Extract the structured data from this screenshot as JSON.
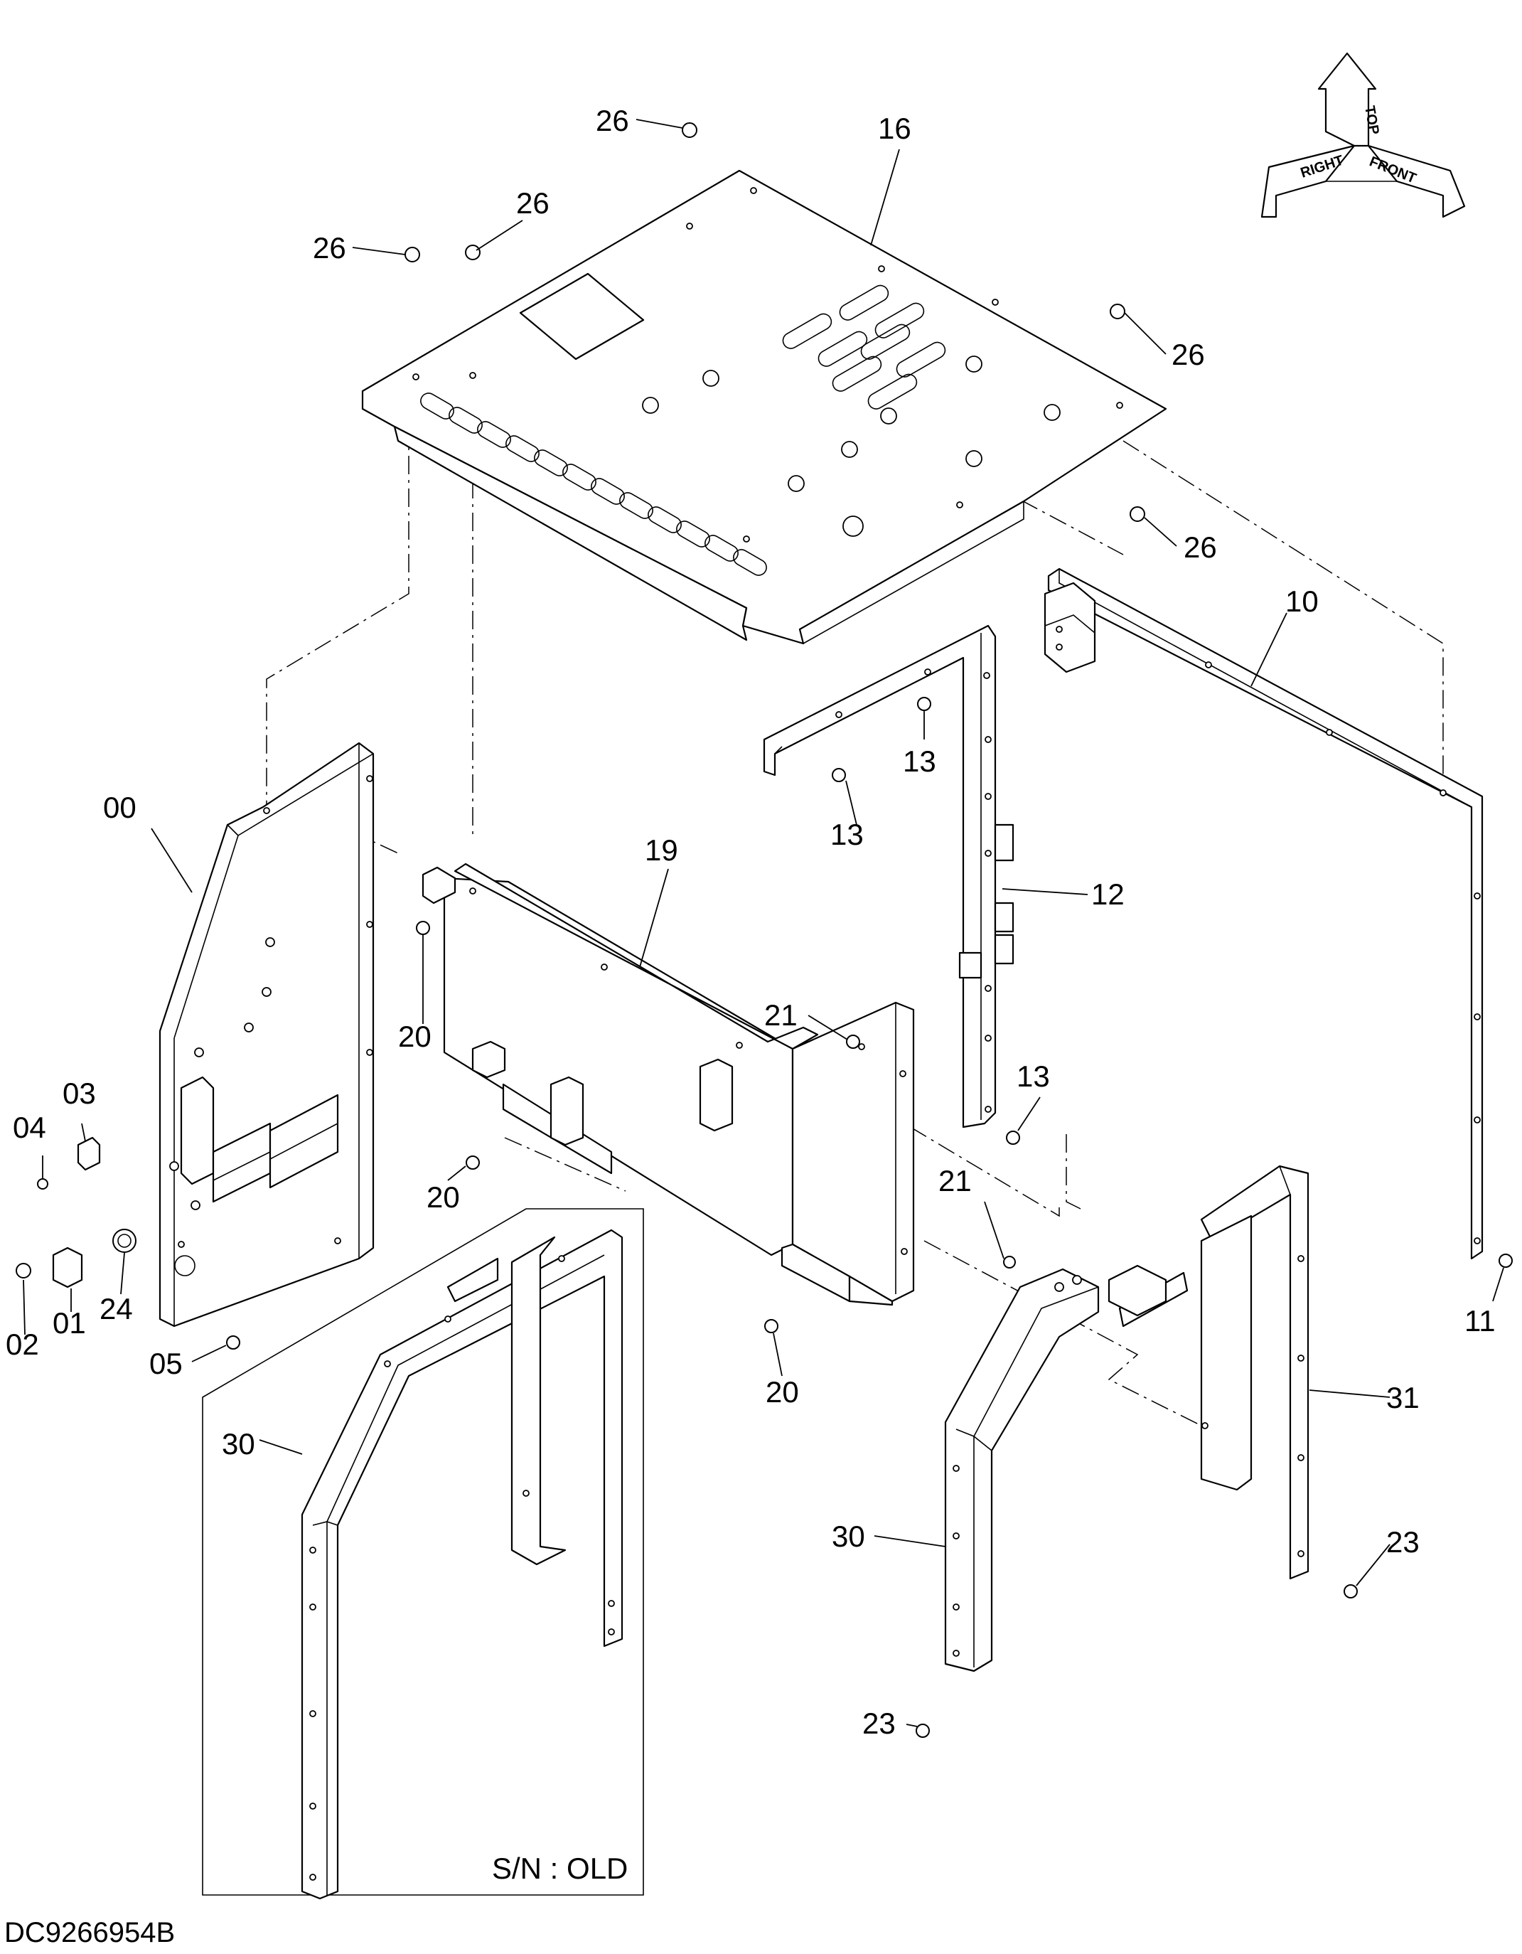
{
  "diagram": {
    "document_code": "DC9266954B",
    "inset_note": "S/N : OLD",
    "orientation": {
      "top": "TOP",
      "right": "RIGHT",
      "front": "FRONT"
    },
    "callouts": [
      "26",
      "16",
      "26",
      "26",
      "26",
      "26",
      "10",
      "13",
      "13",
      "00",
      "19",
      "12",
      "21",
      "20",
      "03",
      "04",
      "13",
      "20",
      "21",
      "02",
      "01",
      "24",
      "05",
      "20",
      "11",
      "31",
      "30",
      "30",
      "23",
      "23"
    ]
  }
}
